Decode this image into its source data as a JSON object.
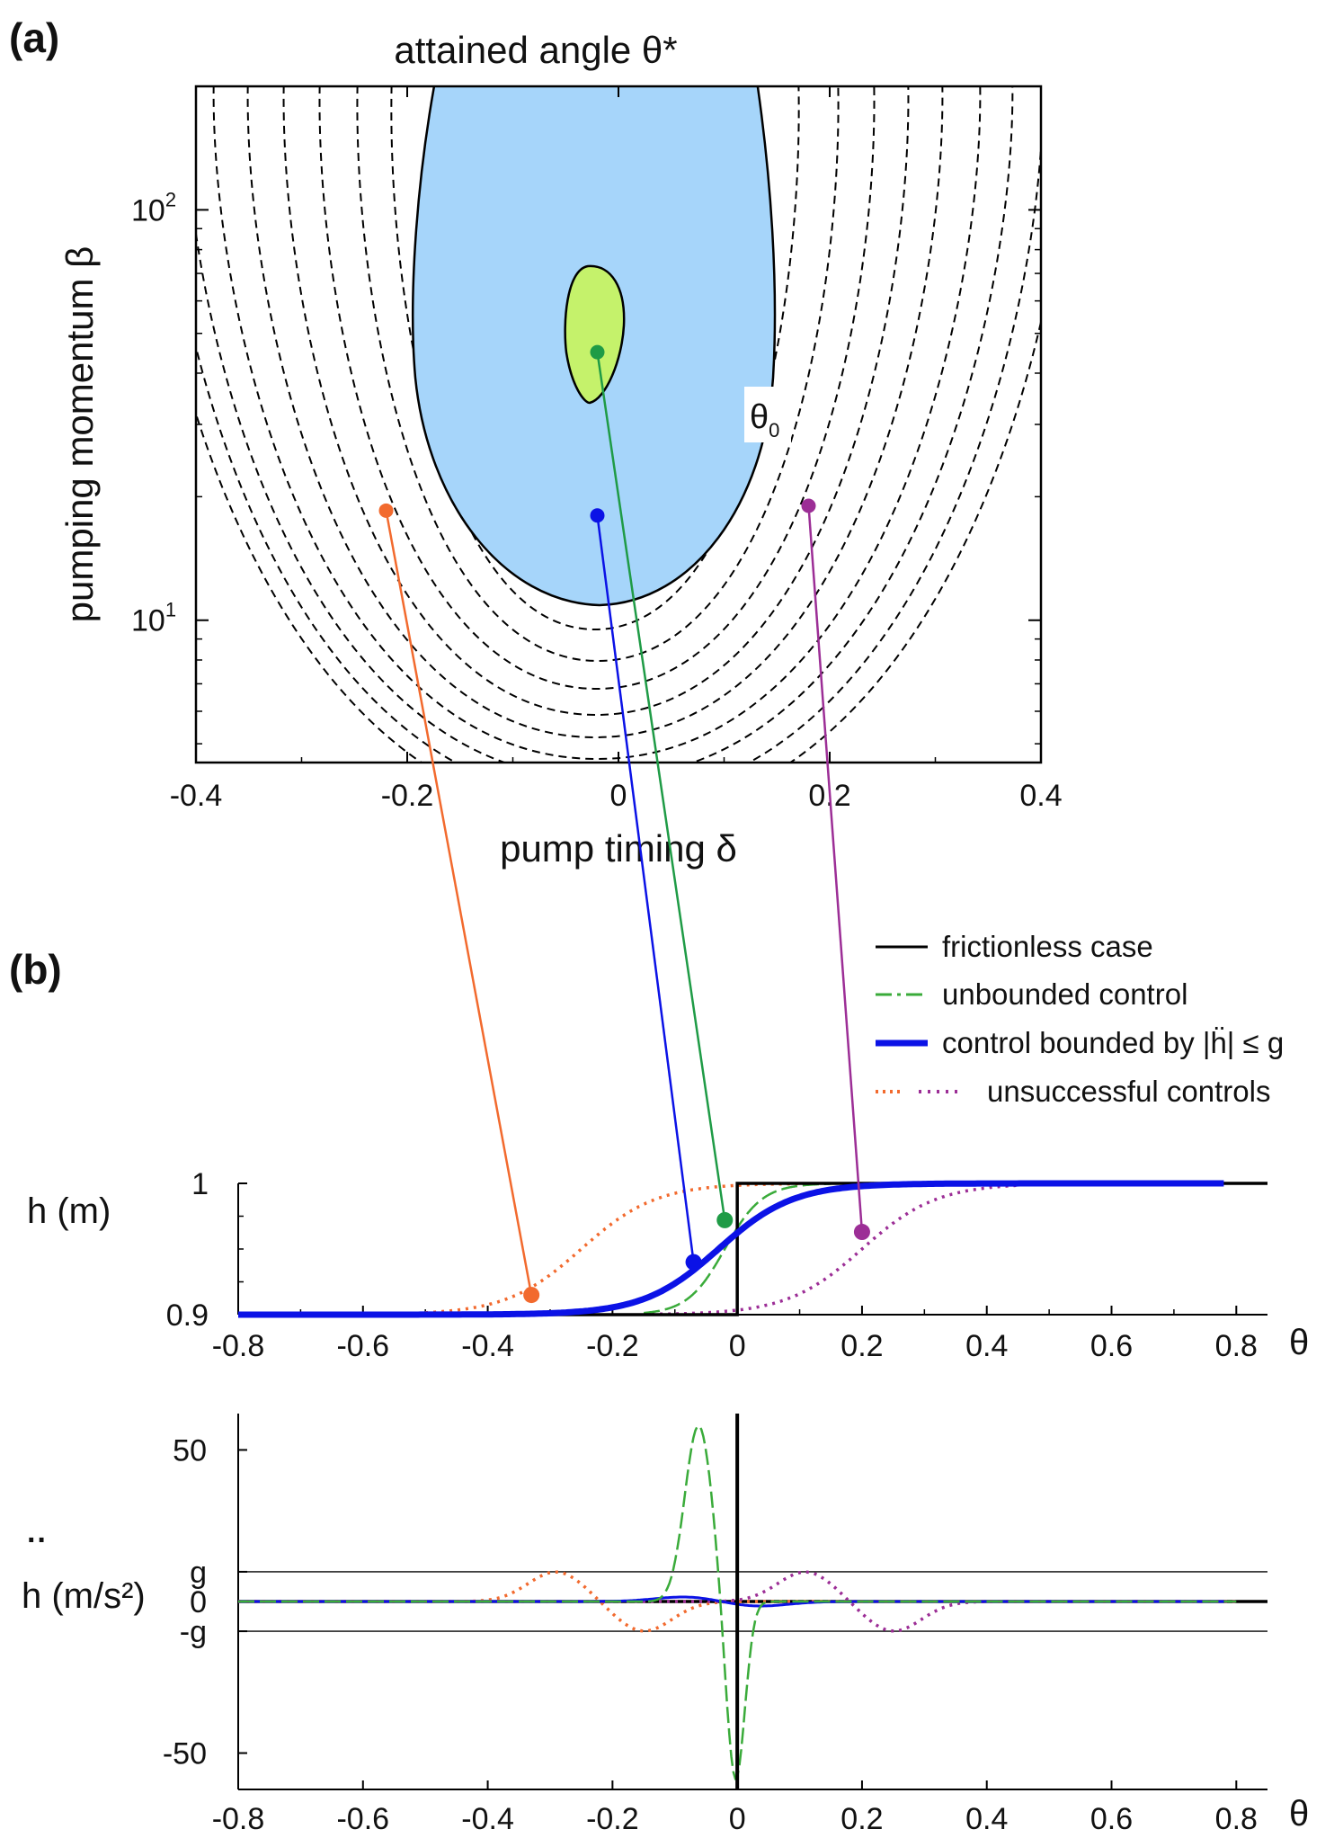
{
  "panel_a": {
    "panel_label": "(a)",
    "title": "attained angle θ*",
    "region_label": "θ0",
    "xlabel": "pump timing δ",
    "ylabel": "pumping momentum β",
    "x_ticks": [
      "-0.4",
      "-0.2",
      "0",
      "0.2",
      "0.4"
    ],
    "y_ticks": [
      "10",
      "10"
    ],
    "y_tick_exponents": [
      "2",
      "1"
    ]
  },
  "panel_b": {
    "panel_label": "(b)",
    "legend": {
      "frictionless": "frictionless case",
      "unbounded": "unbounded control",
      "bounded": "control bounded by |ḧ| ≤ g",
      "unsuccessful": "unsuccessful controls"
    },
    "top": {
      "ylabel": "h (m)",
      "y_ticks": [
        "1",
        "0.9"
      ],
      "x_ticks": [
        "-0.8",
        "-0.6",
        "-0.4",
        "-0.2",
        "0",
        "0.2",
        "0.4",
        "0.6",
        "0.8"
      ],
      "xlabel": "θ"
    },
    "bottom": {
      "ylabel": "h (m/s²)",
      "ylabel_mark": "··",
      "y_ticks": [
        "50",
        "g",
        "0",
        "-g",
        "-50"
      ],
      "x_ticks": [
        "-0.8",
        "-0.6",
        "-0.4",
        "-0.2",
        "0",
        "0.2",
        "0.4",
        "0.6",
        "0.8"
      ],
      "xlabel": "θ"
    }
  },
  "colors": {
    "blue_region": "#a6d5fa",
    "green_region": "#c5f26b",
    "orange": "#f26a2e",
    "blue": "#0b12e6",
    "green": "#1f9b46",
    "purple": "#9c2e96",
    "dashed_green": "#3aab3a"
  },
  "chart_data": [
    {
      "type": "contour",
      "x_axis": "pump timing δ",
      "y_axis": "pumping momentum β",
      "xlim": [
        -0.4,
        0.4
      ],
      "ylim": [
        4.5,
        200
      ],
      "y_scale": "log",
      "markers": [
        {
          "color": "orange",
          "delta": -0.22,
          "beta": 18.5
        },
        {
          "color": "blue",
          "delta": -0.02,
          "beta": 18
        },
        {
          "color": "green",
          "delta": -0.02,
          "beta": 45
        },
        {
          "color": "purple",
          "delta": 0.18,
          "beta": 19
        }
      ]
    },
    {
      "type": "line",
      "x_axis": "θ",
      "y_axis": "h (m)",
      "xlim": [
        -0.8,
        0.85
      ],
      "ylim": [
        0.9,
        1.0
      ],
      "series": [
        {
          "name": "frictionless case",
          "style": "solid black step",
          "x": [
            -0.8,
            0,
            0,
            0.85
          ],
          "y": [
            0.9,
            0.9,
            1.0,
            1.0
          ]
        },
        {
          "name": "unbounded control",
          "style": "dashed green sigmoid",
          "center": -0.02,
          "width": 0.03
        },
        {
          "name": "control bounded by |ḧ| ≤ g",
          "style": "thick blue sigmoid",
          "center": -0.03,
          "width": 0.06
        },
        {
          "name": "unsuccessful controls",
          "style": "dotted orange sigmoid",
          "center": -0.25,
          "width": 0.06
        },
        {
          "name": "unsuccessful controls",
          "style": "dotted purple sigmoid",
          "center": 0.2,
          "width": 0.06
        }
      ],
      "markers": [
        {
          "color": "orange",
          "theta": -0.33,
          "h": 0.915
        },
        {
          "color": "blue",
          "theta": -0.07,
          "h": 0.94
        },
        {
          "color": "green",
          "theta": -0.02,
          "h": 0.972
        },
        {
          "color": "purple",
          "theta": 0.2,
          "h": 0.963
        }
      ]
    },
    {
      "type": "line",
      "x_axis": "θ",
      "y_axis": "ḧ (m/s²)",
      "xlim": [
        -0.8,
        0.85
      ],
      "ylim": [
        -62,
        62
      ],
      "g": 9.81,
      "peaks": {
        "unbounded": {
          "max": 58,
          "min": -60
        },
        "orange": {
          "max": 9.8,
          "min": -9.8
        },
        "purple": {
          "max": 9.8,
          "min": -9.8
        }
      }
    }
  ]
}
